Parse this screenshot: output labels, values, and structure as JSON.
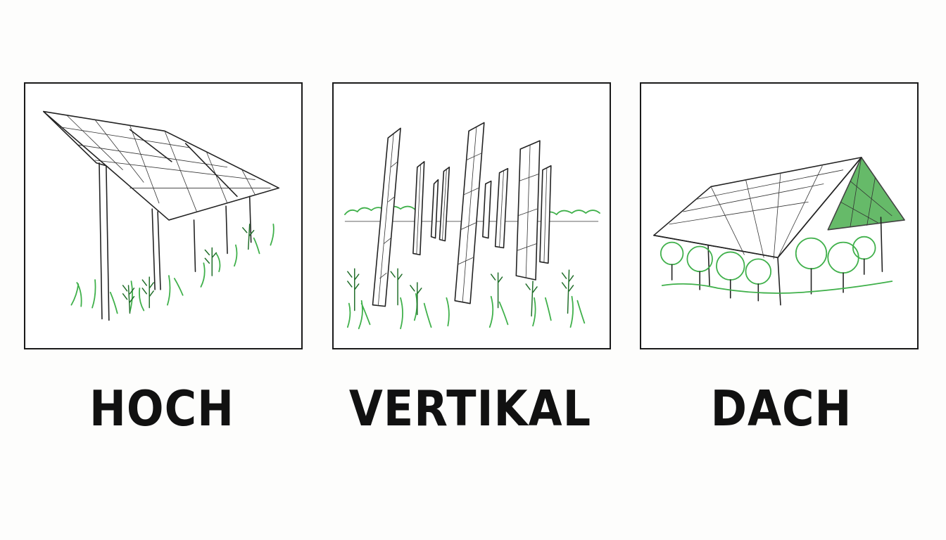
{
  "figures": [
    {
      "id": "hoch",
      "label": "HOCH"
    },
    {
      "id": "vertikal",
      "label": "VERTIKAL"
    },
    {
      "id": "dach",
      "label": "DACH"
    }
  ],
  "colors": {
    "ink": "#1a1a1a",
    "grass": "#3fb04a",
    "accent_green": "#4caf50"
  }
}
